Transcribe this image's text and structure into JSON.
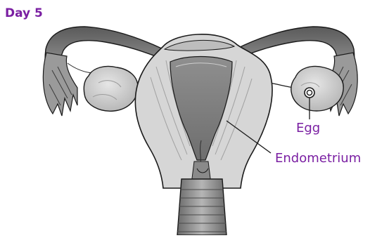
{
  "title": "Day 5",
  "labels": {
    "egg": "Egg",
    "endometrium": "Endometrium"
  },
  "colors": {
    "label_text": "#7a1fa2",
    "tissue_light": "#d2d2d2",
    "tissue_mid": "#9a9a9a",
    "tissue_dark": "#4a4a4a",
    "outline": "#1a1a1a"
  },
  "icons": [
    "uterus-illustration",
    "ovary-left",
    "ovary-right",
    "egg-marker",
    "fallopian-tube-left",
    "fallopian-tube-right"
  ]
}
